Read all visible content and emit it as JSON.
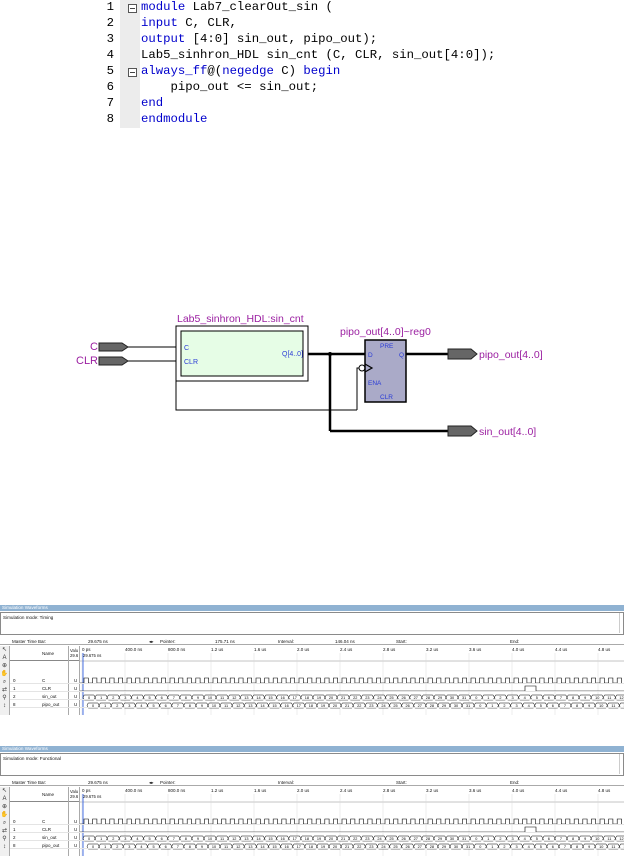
{
  "code": {
    "lines": [
      {
        "num": "1",
        "fold": true,
        "tokens": [
          {
            "t": "module",
            "c": "kw"
          },
          {
            "t": " Lab7_clearOut_sin (",
            "c": "id"
          }
        ]
      },
      {
        "num": "2",
        "fold": false,
        "tokens": [
          {
            "t": "input",
            "c": "kw"
          },
          {
            "t": " C, CLR,",
            "c": "id"
          }
        ]
      },
      {
        "num": "3",
        "fold": false,
        "tokens": [
          {
            "t": "output",
            "c": "kw"
          },
          {
            "t": " [4:0] sin_out, pipo_out);",
            "c": "id"
          }
        ]
      },
      {
        "num": "4",
        "fold": false,
        "tokens": [
          {
            "t": "Lab5_sinhron_HDL sin_cnt (C, CLR, sin_out[4:0]);",
            "c": "id"
          }
        ]
      },
      {
        "num": "5",
        "fold": true,
        "tokens": [
          {
            "t": "always_ff",
            "c": "kw"
          },
          {
            "t": "@(",
            "c": "id"
          },
          {
            "t": "negedge",
            "c": "kw"
          },
          {
            "t": " C) ",
            "c": "id"
          },
          {
            "t": "begin",
            "c": "kw"
          }
        ]
      },
      {
        "num": "6",
        "fold": false,
        "tokens": [
          {
            "t": "    pipo_out <= sin_out;",
            "c": "id"
          }
        ]
      },
      {
        "num": "7",
        "fold": false,
        "tokens": [
          {
            "t": "end",
            "c": "kw"
          }
        ]
      },
      {
        "num": "8",
        "fold": false,
        "tokens": [
          {
            "t": "endmodule",
            "c": "kw"
          }
        ]
      }
    ]
  },
  "schematic": {
    "inputs": [
      "C",
      "CLR"
    ],
    "block_title": "Lab5_sinhron_HDL:sin_cnt",
    "block_ports_in": [
      "C",
      "CLR"
    ],
    "block_port_out": "Q[4..0]",
    "reg_title": "pipo_out[4..0]~reg0",
    "reg_pre": "PRE",
    "reg_d": "D",
    "reg_q": "Q",
    "reg_ena": "ENA",
    "reg_clr": "CLR",
    "out_pipo": "pipo_out[4..0]",
    "out_sin": "sin_out[4..0]",
    "colors": {
      "label": "#9b1fa1",
      "block_fill": "#e6fde6",
      "reg_fill": "#aaaac8",
      "wire": "#000",
      "port_text": "#2a3bd6"
    }
  },
  "waves": [
    {
      "title": "Simulation Waveforms",
      "mode": "Simulation mode: Timing",
      "master_label": "Master Time Bar:",
      "master_value": "29.675 ns",
      "pointer_label": "Pointer:",
      "pointer_value": "175.71 ns",
      "interval_label": "Interval:",
      "interval_value": "146.04 ns",
      "start_label": "Start:",
      "end_label": "End:",
      "val_header": "Valu 29.6",
      "name_header": "Name",
      "ticks": [
        "0 ps",
        "400.0 ns",
        "800.0 ns",
        "1.2 us",
        "1.6 us",
        "2.0 us",
        "2.4 us",
        "2.8 us",
        "3.2 us",
        "3.6 us",
        "4.0 us",
        "4.4 us",
        "4.8 us"
      ],
      "marker": "29.675 ns",
      "signals": [
        {
          "idx": "0",
          "name": "C",
          "val": "U"
        },
        {
          "idx": "1",
          "name": "CLR",
          "val": "U"
        },
        {
          "idx": "2",
          "name": "sin_out",
          "val": "U"
        },
        {
          "idx": "8",
          "name": "pipo_out",
          "val": "U"
        }
      ],
      "counts": [
        "0",
        "1",
        "2",
        "3",
        "4",
        "5",
        "6",
        "7",
        "8",
        "9",
        "10",
        "11",
        "12",
        "13",
        "14",
        "15",
        "16",
        "17",
        "18",
        "19",
        "20",
        "21",
        "22",
        "23",
        "24",
        "25",
        "26",
        "27",
        "28",
        "29",
        "30",
        "31",
        "0",
        "1",
        "2",
        "3",
        "4",
        "5",
        "6",
        "7",
        "8",
        "9",
        "10",
        "11",
        "12"
      ]
    },
    {
      "title": "Simulation Waveforms",
      "mode": "Simulation mode: Functional",
      "master_label": "Master Time Bar:",
      "master_value": "29.675 ns",
      "pointer_label": "Pointer:",
      "pointer_value": "",
      "interval_label": "Interval:",
      "interval_value": "",
      "start_label": "Start:",
      "end_label": "End:",
      "val_header": "Valu 29.6",
      "name_header": "Name",
      "ticks": [
        "0 ps",
        "400.0 ns",
        "800.0 ns",
        "1.2 us",
        "1.6 us",
        "2.0 us",
        "2.4 us",
        "2.8 us",
        "3.2 us",
        "3.6 us",
        "4.0 us",
        "4.4 us",
        "4.8 us"
      ],
      "marker": "29.675 ns",
      "signals": [
        {
          "idx": "0",
          "name": "C",
          "val": "U"
        },
        {
          "idx": "1",
          "name": "CLR",
          "val": "U"
        },
        {
          "idx": "2",
          "name": "sin_out",
          "val": "U"
        },
        {
          "idx": "8",
          "name": "pipo_out",
          "val": "U"
        }
      ],
      "counts": [
        "0",
        "1",
        "2",
        "3",
        "4",
        "5",
        "6",
        "7",
        "8",
        "9",
        "10",
        "11",
        "12",
        "13",
        "14",
        "15",
        "16",
        "17",
        "18",
        "19",
        "20",
        "21",
        "22",
        "23",
        "24",
        "25",
        "26",
        "27",
        "28",
        "29",
        "30",
        "31",
        "0",
        "1",
        "2",
        "3",
        "4",
        "5",
        "6",
        "7",
        "8",
        "9",
        "10",
        "11",
        "12"
      ]
    }
  ]
}
